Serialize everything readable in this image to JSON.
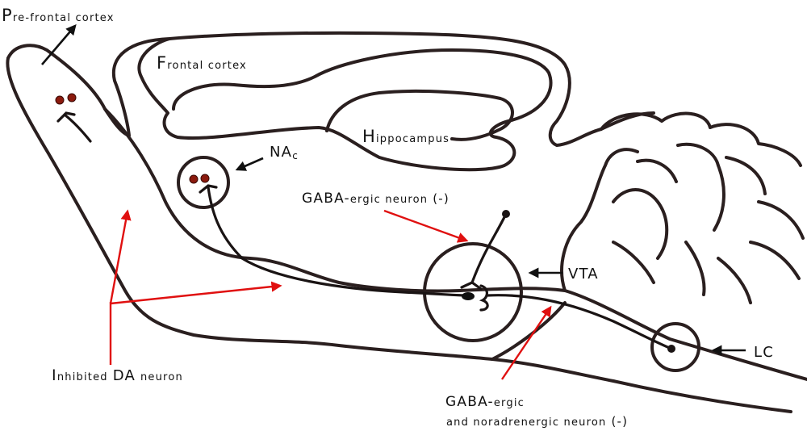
{
  "labels": {
    "prefrontal_big": "P",
    "prefrontal_rest": "re-frontal cortex",
    "frontal_big": "F",
    "frontal_rest": "rontal cortex",
    "hippo_big": "H",
    "hippo_rest": "ippocampus",
    "nac_big": "NA",
    "nac_sub": "c",
    "gaba_top_big": "GABA-",
    "gaba_top_small": "ergic neuron",
    "gaba_top_sign": "(-)",
    "vta": "VTA",
    "lc": "LC",
    "inhibited_big1": "I",
    "inhibited_small1": "nhibited",
    "inhibited_big2": "DA",
    "inhibited_small2": "neuron",
    "gaba_bottom_big": "GABA-",
    "gaba_bottom_small": "ergic",
    "gaba_bottom_line2": "and noradrenergic neuron",
    "gaba_bottom_sign": "(-)"
  },
  "colors": {
    "outline": "#2a1f1f",
    "pointer_black": "#111111",
    "pointer_red": "#e01010",
    "dopamine_dot": "#8b1a0e"
  }
}
